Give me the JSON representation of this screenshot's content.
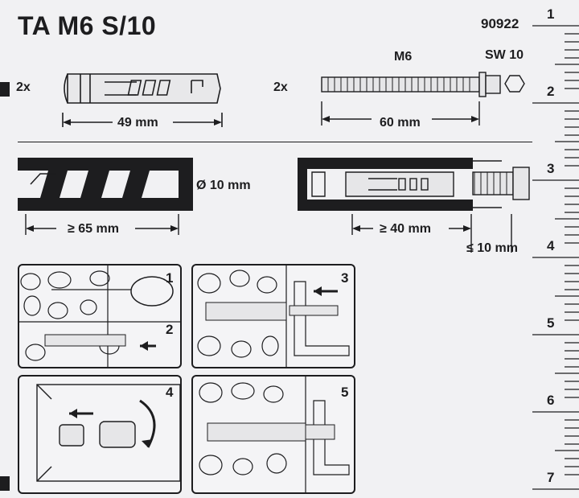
{
  "header": {
    "title": "TA M6 S/10",
    "article_number": "90922"
  },
  "anchor": {
    "quantity": "2x",
    "length": "49 mm"
  },
  "bolt": {
    "quantity": "2x",
    "thread": "M6",
    "wrench": "SW 10",
    "length": "60 mm"
  },
  "drilling": {
    "diameter": "Ø 10 mm",
    "depth": "≥ 65 mm"
  },
  "mounting": {
    "min_depth": "≥ 40 mm",
    "max_thickness": "≤ 10 mm"
  },
  "steps": [
    "1",
    "2",
    "3",
    "4",
    "5"
  ],
  "ruler": {
    "labels": [
      "1",
      "2",
      "3",
      "4",
      "5",
      "6",
      "7"
    ]
  },
  "colors": {
    "ink": "#1d1d1f",
    "paper": "#f1f1f3"
  }
}
